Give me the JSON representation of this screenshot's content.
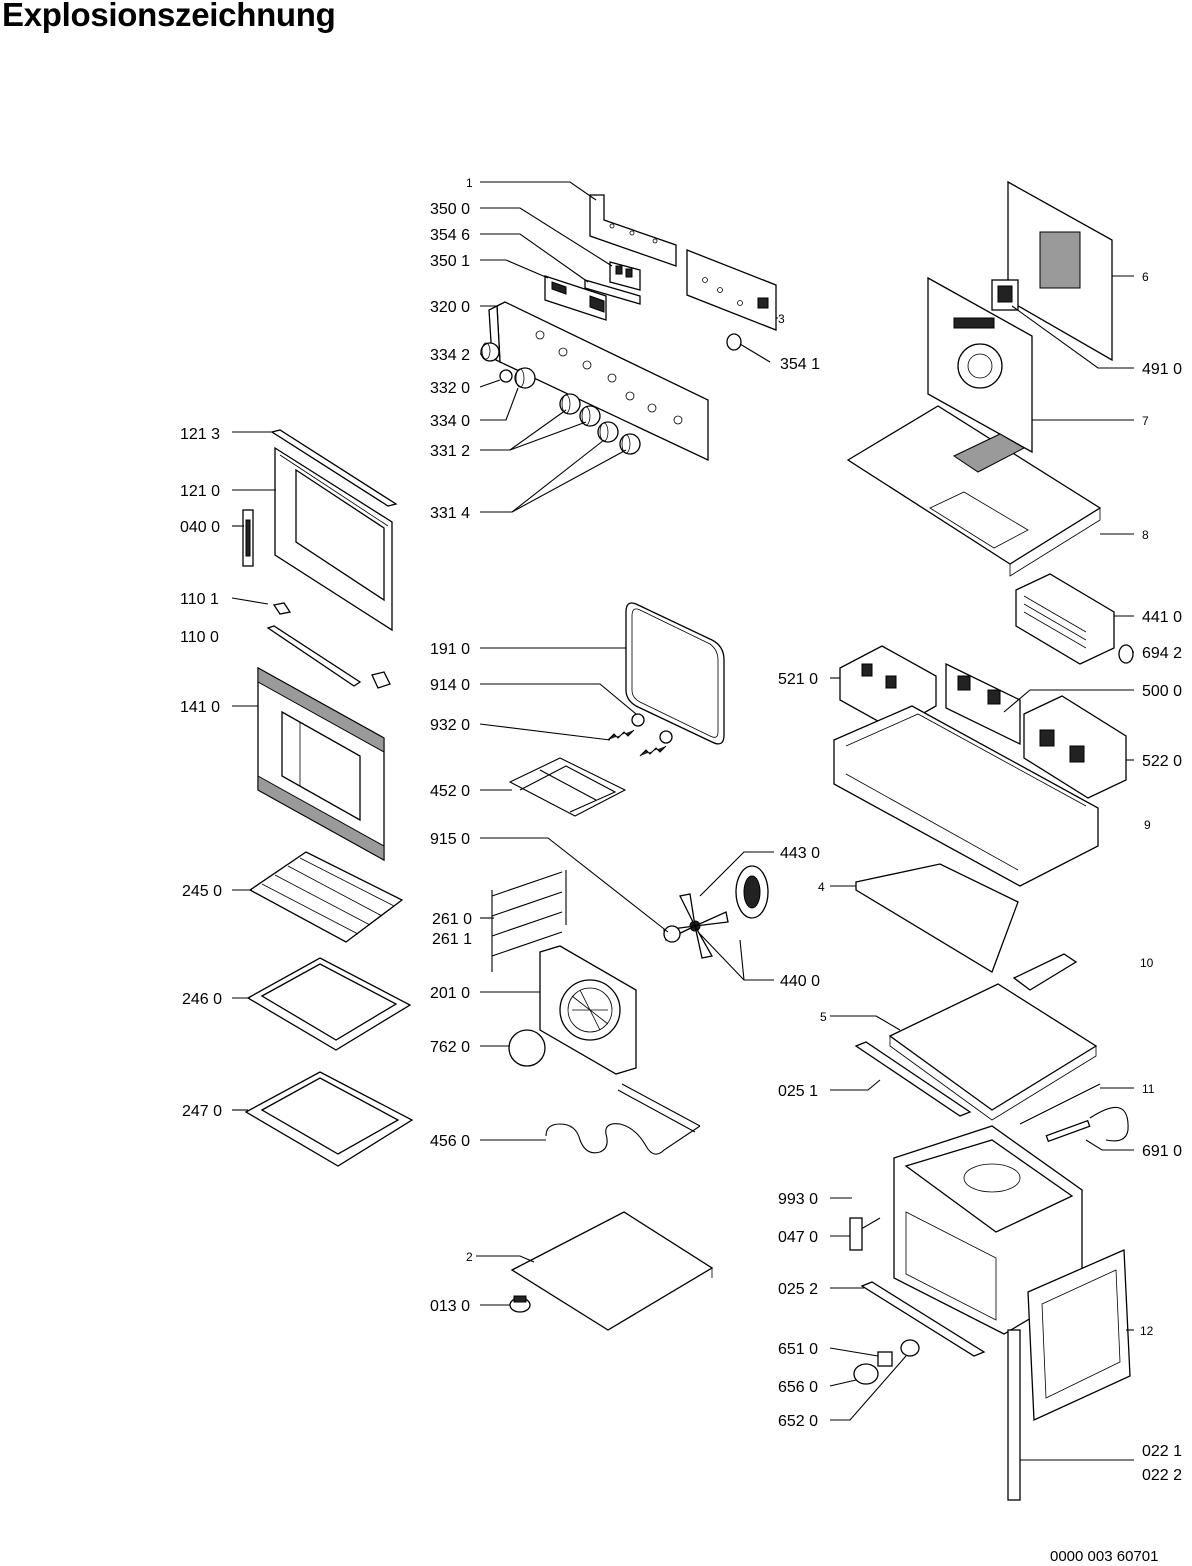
{
  "title": "Explosionszeichnung",
  "document_number": "0000 003 60701",
  "callouts": [
    {
      "id": "c-1",
      "label": "1"
    },
    {
      "id": "c-3500",
      "label": "350 0"
    },
    {
      "id": "c-3546",
      "label": "354 6"
    },
    {
      "id": "c-3501",
      "label": "350 1"
    },
    {
      "id": "c-3200",
      "label": "320 0"
    },
    {
      "id": "c-3",
      "label": "3"
    },
    {
      "id": "c-3541",
      "label": "354 1"
    },
    {
      "id": "c-3342",
      "label": "334 2"
    },
    {
      "id": "c-3320",
      "label": "332 0"
    },
    {
      "id": "c-3340",
      "label": "334 0"
    },
    {
      "id": "c-3312",
      "label": "331 2"
    },
    {
      "id": "c-3314",
      "label": "331 4"
    },
    {
      "id": "c-1213",
      "label": "121 3"
    },
    {
      "id": "c-1210",
      "label": "121 0"
    },
    {
      "id": "c-0400",
      "label": "040 0"
    },
    {
      "id": "c-1101",
      "label": "110 1"
    },
    {
      "id": "c-1100",
      "label": "110 0"
    },
    {
      "id": "c-1410",
      "label": "141 0"
    },
    {
      "id": "c-2450",
      "label": "245 0"
    },
    {
      "id": "c-2460",
      "label": "246 0"
    },
    {
      "id": "c-2470",
      "label": "247 0"
    },
    {
      "id": "c-1910",
      "label": "191 0"
    },
    {
      "id": "c-9140",
      "label": "914 0"
    },
    {
      "id": "c-9320",
      "label": "932 0"
    },
    {
      "id": "c-4520",
      "label": "452 0"
    },
    {
      "id": "c-9150",
      "label": "915 0"
    },
    {
      "id": "c-2610",
      "label": "261 0"
    },
    {
      "id": "c-2611",
      "label": "261 1"
    },
    {
      "id": "c-2010",
      "label": "201 0"
    },
    {
      "id": "c-7620",
      "label": "762 0"
    },
    {
      "id": "c-4560",
      "label": "456 0"
    },
    {
      "id": "c-2",
      "label": "2"
    },
    {
      "id": "c-0130",
      "label": "013 0"
    },
    {
      "id": "c-4430",
      "label": "443 0"
    },
    {
      "id": "c-4400",
      "label": "440 0"
    },
    {
      "id": "c-6",
      "label": "6"
    },
    {
      "id": "c-4910",
      "label": "491 0"
    },
    {
      "id": "c-7",
      "label": "7"
    },
    {
      "id": "c-8",
      "label": "8"
    },
    {
      "id": "c-4410",
      "label": "441 0"
    },
    {
      "id": "c-6942",
      "label": "694 2"
    },
    {
      "id": "c-5210",
      "label": "521 0"
    },
    {
      "id": "c-5000",
      "label": "500 0"
    },
    {
      "id": "c-5220",
      "label": "522 0"
    },
    {
      "id": "c-9",
      "label": "9"
    },
    {
      "id": "c-4",
      "label": "4"
    },
    {
      "id": "c-10",
      "label": "10"
    },
    {
      "id": "c-5",
      "label": "5"
    },
    {
      "id": "c-0251",
      "label": "025 1"
    },
    {
      "id": "c-11",
      "label": "11"
    },
    {
      "id": "c-6910",
      "label": "691 0"
    },
    {
      "id": "c-9930",
      "label": "993 0"
    },
    {
      "id": "c-0470",
      "label": "047 0"
    },
    {
      "id": "c-0252",
      "label": "025 2"
    },
    {
      "id": "c-12",
      "label": "12"
    },
    {
      "id": "c-6510",
      "label": "651 0"
    },
    {
      "id": "c-6560",
      "label": "656 0"
    },
    {
      "id": "c-6520",
      "label": "652 0"
    },
    {
      "id": "c-0221",
      "label": "022 1"
    },
    {
      "id": "c-0222",
      "label": "022 2"
    }
  ]
}
